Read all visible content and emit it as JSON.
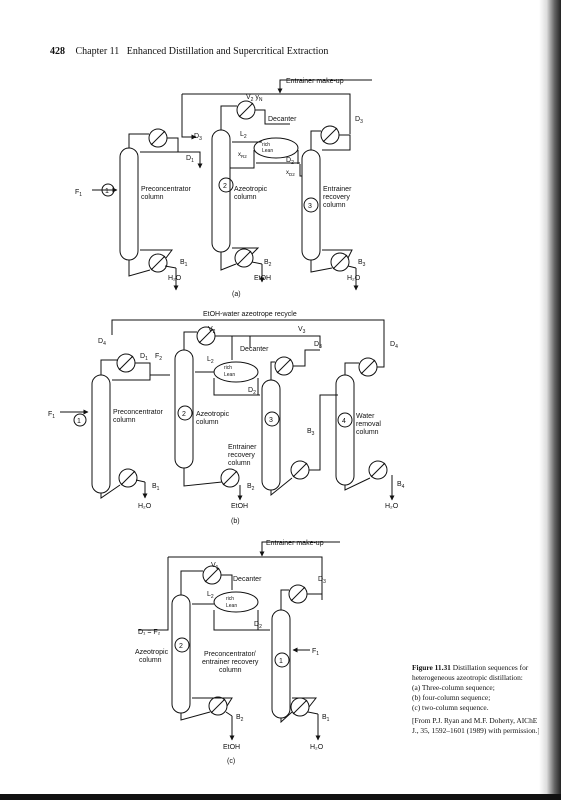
{
  "header": {
    "page_number": "428",
    "chapter": "Chapter 11",
    "title": "Enhanced Distillation and Supercritical Extraction"
  },
  "diagram_a": {
    "make_up": "Entrainer make-up",
    "decanter": "Decanter",
    "col1": [
      "Preconcentrator",
      "column"
    ],
    "col2": [
      "Azeotropic",
      "column"
    ],
    "col3": [
      "Entrainer",
      "recovery",
      "column"
    ],
    "feed": "F",
    "n1": "1",
    "n2": "2",
    "n3": "3",
    "D1": "D",
    "D2": "D",
    "D3": "D",
    "D3b": "D",
    "L2": "L",
    "vy": "V",
    "yN": "y",
    "xR2": "x",
    "rich": "rich",
    "lean": "Lean",
    "xD2": "x",
    "B1": "B",
    "B2": "B",
    "B3": "B",
    "h2o_left": "H₂O",
    "etoh": "EtOH",
    "h2o_right": "H₂O",
    "label": "(a)"
  },
  "diagram_b": {
    "recycle": "EtOH-water azeotrope recycle",
    "decanter": "Decanter",
    "col1": [
      "Preconcentrator",
      "column"
    ],
    "col2": [
      "Azeotropic",
      "column"
    ],
    "col3": [
      "Entrainer",
      "recovery",
      "column"
    ],
    "col4": [
      "Water",
      "removal",
      "column"
    ],
    "feed": "F",
    "n1": "1",
    "n2": "2",
    "n3": "3",
    "n4": "4",
    "D4": "D",
    "D1": "D",
    "F2": "F",
    "V2": "V",
    "V3": "V",
    "L2": "L",
    "D3": "D",
    "D4r": "D",
    "D2": "D",
    "rich": "rich",
    "lean": "Lean",
    "B1": "B",
    "B2": "B",
    "B3": "B",
    "B4": "B",
    "h2o_left": "H₂O",
    "etoh": "EtOH",
    "h2o_right": "H₂O",
    "label": "(b)"
  },
  "diagram_c": {
    "make_up": "Entrainer make-up",
    "decanter": "Decanter",
    "col2": [
      "Azeotropic",
      "column"
    ],
    "col1": [
      "Preconcentrator/",
      "entrainer recovery",
      "column"
    ],
    "d1f2": "D₁ = F₂",
    "n2": "2",
    "n1": "1",
    "V1": "V",
    "L2": "L",
    "D2": "D",
    "D3": "D",
    "F1": "F",
    "rich": "rich",
    "lean": "Lean",
    "B2": "B",
    "B1": "B",
    "etoh": "EtOH",
    "h2o": "H₂O",
    "label": "(c)"
  },
  "caption": {
    "title": "Figure 11.31",
    "title_rest": "Distillation sequences for heterogeneous azeotropic distillation:",
    "items": [
      "(a) Three-column sequence;",
      "(b) four-column sequence;",
      "(c) two-column sequence."
    ],
    "source": "[From P.J. Ryan and M.F. Doherty, AIChE J., 35, 1592–1601 (1989) with permission.]"
  }
}
